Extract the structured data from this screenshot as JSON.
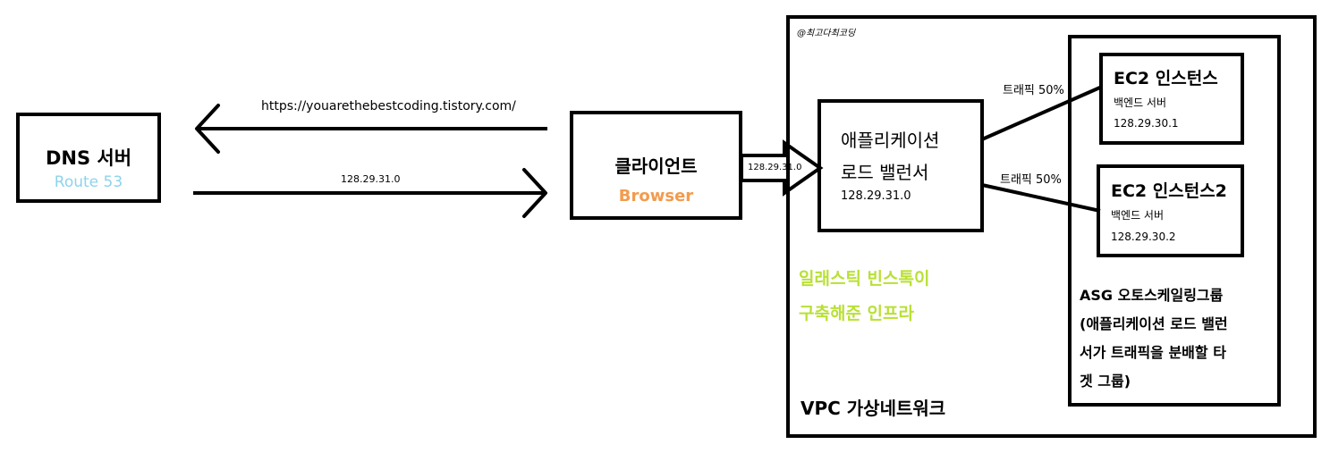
{
  "watermark": "@최고다최코딩",
  "dns": {
    "title": "DNS 서버",
    "subtitle": "Route 53"
  },
  "arrows": {
    "request_url": "https://youarethebestcoding.tistory.com/",
    "response_ip": "128.29.31.0",
    "client_to_lb_ip": "128.29.31.0"
  },
  "client": {
    "title": "클라이언트",
    "subtitle": "Browser"
  },
  "load_balancer": {
    "title_line1": "애플리케이션",
    "title_line2": "로드 밸런서",
    "ip": "128.29.31.0"
  },
  "traffic": {
    "label1": "트래픽 50%",
    "label2": "트래픽 50%"
  },
  "ec2_1": {
    "title": "EC2 인스턴스",
    "role": "백엔드 서버",
    "ip": "128.29.30.1"
  },
  "ec2_2": {
    "title": "EC2 인스턴스2",
    "role": "백엔드 서버",
    "ip": "128.29.30.2"
  },
  "beanstalk": {
    "line1": "일래스틱 빈스톡이",
    "line2": "구축해준 인프라"
  },
  "asg": {
    "line1": "ASG 오토스케일링그룹",
    "line2": "(애플리케이션 로드 밸런",
    "line3": "서가 트래픽을 분배할 타",
    "line4": "겟 그룹)"
  },
  "vpc": {
    "label": "VPC 가상네트워크"
  },
  "colors": {
    "route53": "#8dd3ec",
    "browser": "#f29b4d",
    "beanstalk": "#b9e035"
  }
}
